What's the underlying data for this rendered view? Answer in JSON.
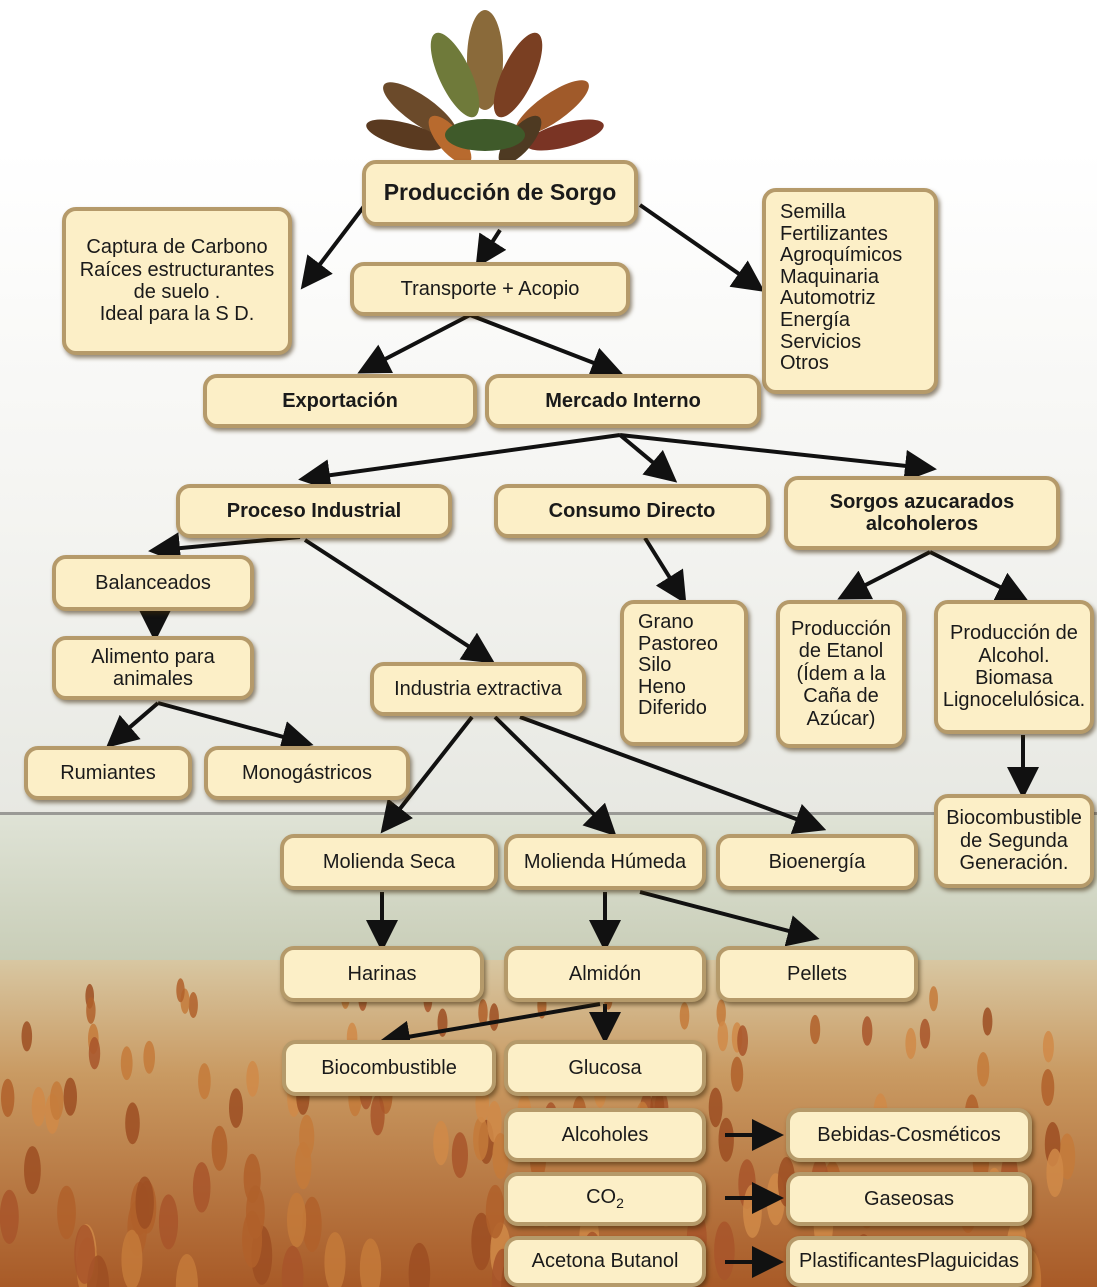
{
  "nodes": {
    "produccion": "Producción de Sorgo",
    "captura": [
      "Captura de Carbono",
      "Raíces estructurantes",
      "de suelo .",
      "Ideal para la S D."
    ],
    "transporte": "Transporte + Acopio",
    "insumos": [
      "Semilla",
      "Fertilizantes",
      "Agroquímicos",
      "Maquinaria",
      "Automotriz",
      "Energía",
      "Servicios",
      "Otros"
    ],
    "exportacion": "Exportación",
    "mercado_interno": "Mercado Interno",
    "proceso_industrial": "Proceso Industrial",
    "consumo_directo": "Consumo Directo",
    "sorgos_azucarados": [
      "Sorgos azucarados",
      "alcoholeros"
    ],
    "balanceados": "Balanceados",
    "alimento": [
      "Alimento para",
      "animales"
    ],
    "rumiantes": "Rumiantes",
    "monogastricos": "Monogástricos",
    "industria_extractiva": "Industria extractiva",
    "consumo_items": [
      "Grano",
      "Pastoreo",
      "Silo",
      "Heno",
      "Diferido"
    ],
    "etanol": [
      "Producción",
      "de Etanol",
      "(Ídem a la",
      "Caña de",
      "Azúcar)"
    ],
    "alcohol": [
      "Producción de",
      "Alcohol.",
      "Biomasa",
      "Lignocelulósica."
    ],
    "biocomb_segunda": [
      "Biocombustible",
      "de Segunda",
      "Generación."
    ],
    "molienda_seca": "Molienda Seca",
    "molienda_humeda": "Molienda Húmeda",
    "bioenergia": "Bioenergía",
    "harinas": "Harinas",
    "almidon": "Almidón",
    "pellets": "Pellets",
    "biocombustible": "Biocombustible",
    "glucosa": "Glucosa",
    "alcoholes": "Alcoholes",
    "co2": "CO",
    "co2_sub": "2",
    "acetona": "Acetona Butanol",
    "bebidas": "Bebidas-Cosméticos",
    "gaseosas": "Gaseosas",
    "plastificantes": "PlastificantesPlaguicidas"
  },
  "colors": {
    "box_fill": "#fcefc7",
    "box_border": "#b59a6a",
    "arrow": "#111111",
    "field_top": "#e9eadf",
    "field_bottom": "#b5662b"
  },
  "icons": [
    "sorghum-panicles-icon"
  ]
}
